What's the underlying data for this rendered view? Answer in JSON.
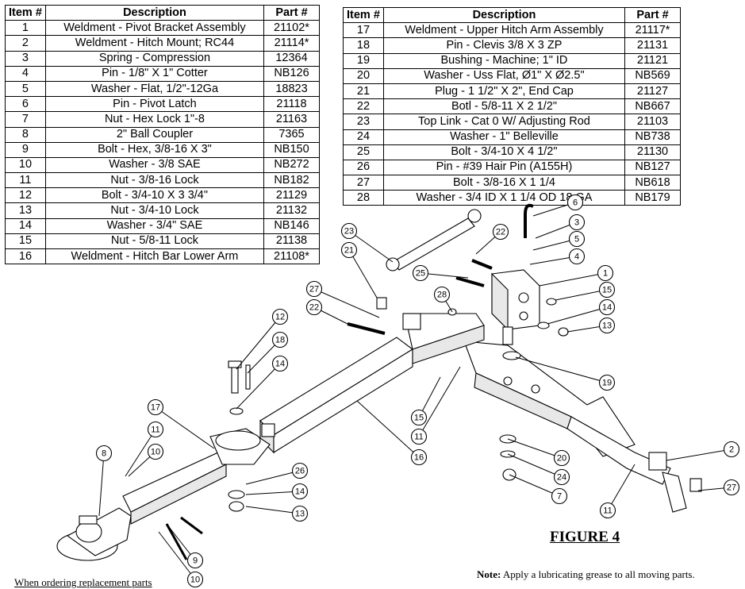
{
  "left_table": {
    "headers": [
      "Item #",
      "Description",
      "Part #"
    ],
    "rows": [
      [
        "1",
        "Weldment - Pivot Bracket Assembly",
        "21102*"
      ],
      [
        "2",
        "Weldment - Hitch Mount; RC44",
        "21114*"
      ],
      [
        "3",
        "Spring - Compression",
        "12364"
      ],
      [
        "4",
        "Pin - 1/8\" X 1\" Cotter",
        "NB126"
      ],
      [
        "5",
        "Washer - Flat, 1/2\"-12Ga",
        "18823"
      ],
      [
        "6",
        "Pin - Pivot Latch",
        "21118"
      ],
      [
        "7",
        "Nut - Hex Lock 1\"-8",
        "21163"
      ],
      [
        "8",
        "2\" Ball Coupler",
        "7365"
      ],
      [
        "9",
        "Bolt - Hex, 3/8-16 X 3\"",
        "NB150"
      ],
      [
        "10",
        "Washer - 3/8 SAE",
        "NB272"
      ],
      [
        "11",
        "Nut - 3/8-16 Lock",
        "NB182"
      ],
      [
        "12",
        "Bolt - 3/4-10 X 3 3/4\"",
        "21129"
      ],
      [
        "13",
        "Nut - 3/4-10 Lock",
        "21132"
      ],
      [
        "14",
        "Washer - 3/4\" SAE",
        "NB146"
      ],
      [
        "15",
        "Nut - 5/8-11 Lock",
        "21138"
      ],
      [
        "16",
        "Weldment - Hitch Bar Lower Arm",
        "21108*"
      ]
    ]
  },
  "right_table": {
    "headers": [
      "Item #",
      "Description",
      "Part #"
    ],
    "rows": [
      [
        "17",
        "Weldment - Upper Hitch Arm Assembly",
        "21117*"
      ],
      [
        "18",
        "Pin - Clevis 3/8 X 3 ZP",
        "21131"
      ],
      [
        "19",
        "Bushing - Machine; 1\" ID",
        "21121"
      ],
      [
        "20",
        "Washer - Uss Flat, Ø1\" X Ø2.5\"",
        "NB569"
      ],
      [
        "21",
        "Plug - 1 1/2\" X 2\", End Cap",
        "21127"
      ],
      [
        "22",
        "Botl - 5/8-11 X 2 1/2\"",
        "NB667"
      ],
      [
        "23",
        "Top Link - Cat 0 W/ Adjusting Rod",
        "21103"
      ],
      [
        "24",
        "Washer - 1\" Belleville",
        "NB738"
      ],
      [
        "25",
        "Bolt - 3/4-10 X 4 1/2\"",
        "21130"
      ],
      [
        "26",
        "Pin - #39 Hair Pin (A155H)",
        "NB127"
      ],
      [
        "27",
        "Bolt - 3/8-16 X 1 1/4",
        "NB618"
      ],
      [
        "28",
        "Washer - 3/4 ID X 1 1/4 OD 18 GA",
        "NB179"
      ]
    ]
  },
  "callouts": [
    "1",
    "2",
    "3",
    "4",
    "5",
    "6",
    "7",
    "8",
    "9",
    "10",
    "11",
    "12",
    "13",
    "14",
    "15",
    "16",
    "17",
    "18",
    "19",
    "20",
    "21",
    "22",
    "23",
    "24",
    "25",
    "26",
    "27",
    "28"
  ],
  "figure_title": "FIGURE 4",
  "note_label": "Note:",
  "note_text": " Apply a lubricating grease to all moving parts.",
  "footer_text": "When ordering replacement parts"
}
